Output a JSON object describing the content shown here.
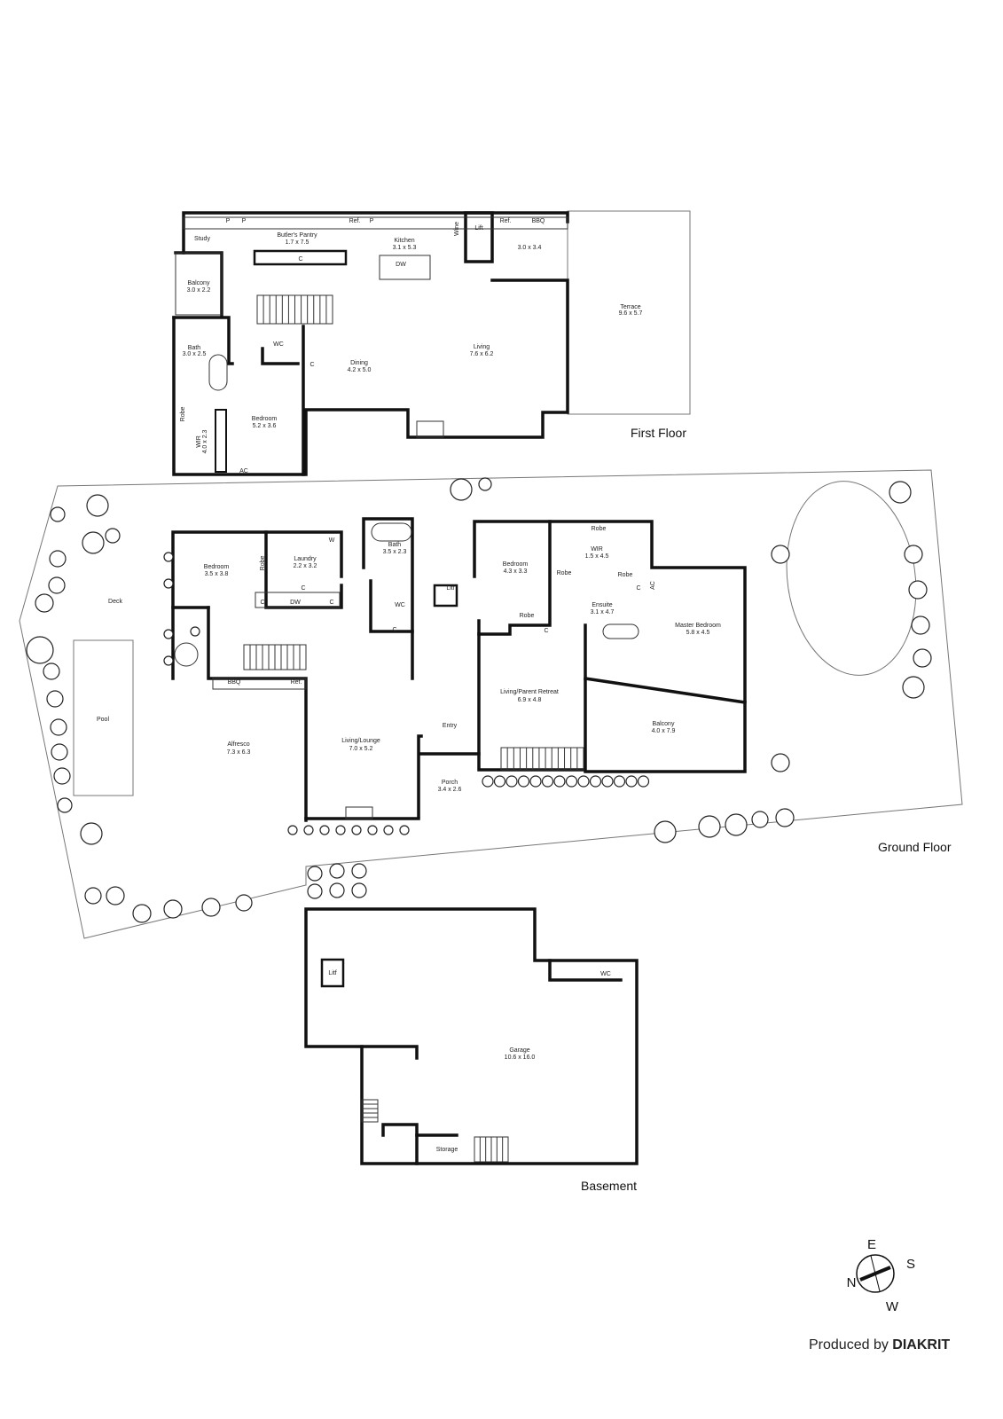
{
  "first_floor": {
    "label": "First Floor",
    "rooms": [
      {
        "name": "Study",
        "dims": ""
      },
      {
        "name": "Butler's Pantry",
        "dims": "1.7 x 7.5"
      },
      {
        "name": "Kitchen",
        "dims": "3.1 x 5.3"
      },
      {
        "name": "Balcony",
        "dims": "3.0 x 2.2"
      },
      {
        "name": "Bath",
        "dims": "3.0 x 2.5"
      },
      {
        "name": "Dining",
        "dims": "4.2 x 5.0"
      },
      {
        "name": "Living",
        "dims": "7.6 x 6.2"
      },
      {
        "name": "Terrace",
        "dims": "9.6 x 5.7"
      },
      {
        "name": "",
        "dims": "3.0 x 3.4"
      },
      {
        "name": "Bedroom",
        "dims": "5.2 x 3.6"
      },
      {
        "name": "WIR",
        "dims": "4.0 x 2.3"
      }
    ],
    "fixtures": {
      "p": "P",
      "ref": "Ref.",
      "bbq": "BBQ",
      "wine": "Wine",
      "lift": "Lift",
      "dw": "DW",
      "c": "C",
      "wc": "WC",
      "robe": "Robe",
      "ac": "AC"
    }
  },
  "ground_floor": {
    "label": "Ground Floor",
    "rooms": [
      {
        "name": "Bedroom",
        "dims": "3.5 x 3.8"
      },
      {
        "name": "Laundry",
        "dims": "2.2 x 3.2"
      },
      {
        "name": "Bath",
        "dims": "3.5 x 2.3"
      },
      {
        "name": "Bedroom",
        "dims": "4.3 x 3.3"
      },
      {
        "name": "WIR",
        "dims": "1.5 x 4.5"
      },
      {
        "name": "Ensuite",
        "dims": "3.1 x 4.7"
      },
      {
        "name": "Master Bedroom",
        "dims": "5.8 x 4.5"
      },
      {
        "name": "Living/Parent Retreat",
        "dims": "6.9 x 4.8"
      },
      {
        "name": "Balcony",
        "dims": "4.0 x 7.9"
      },
      {
        "name": "Alfresco",
        "dims": "7.3 x 6.3"
      },
      {
        "name": "Living/Lounge",
        "dims": "7.0 x 5.2"
      },
      {
        "name": "Porch",
        "dims": "3.4 x 2.6"
      },
      {
        "name": "Entry",
        "dims": ""
      },
      {
        "name": "Deck",
        "dims": ""
      },
      {
        "name": "Pool",
        "dims": ""
      }
    ],
    "fixtures": {
      "robe": "Robe",
      "w": "W",
      "c": "C",
      "dw": "DW",
      "wc": "WC",
      "lift": "Litf",
      "bbq": "BBQ",
      "ref": "Ref.",
      "ac": "AC"
    }
  },
  "basement": {
    "label": "Basement",
    "rooms": [
      {
        "name": "Garage",
        "dims": "10.6 x 16.0"
      },
      {
        "name": "Storage",
        "dims": ""
      },
      {
        "name": "WC",
        "dims": ""
      },
      {
        "name": "Litf",
        "dims": ""
      }
    ]
  },
  "compass": {
    "n": "N",
    "e": "E",
    "s": "S",
    "w": "W",
    "icon": "compass-icon"
  },
  "credit": {
    "prefix": "Produced by",
    "brand": "DIAKRIT"
  }
}
